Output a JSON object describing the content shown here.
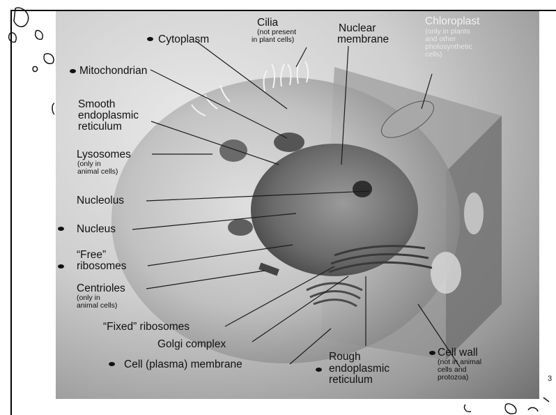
{
  "labels": {
    "cytoplasm": "Cytoplasm",
    "cilia": "Cilia",
    "cilia_note": [
      "(not present",
      "in plant cells)"
    ],
    "nuclear_membrane": [
      "Nuclear",
      "membrane"
    ],
    "chloroplast": "Chloroplast",
    "chloroplast_note": [
      "(only in plants",
      "and other",
      "photosynthetic",
      "cells)"
    ],
    "mitochondrian": "Mitochondrian",
    "smooth_er": [
      "Smooth",
      "endoplasmic",
      "reticulum"
    ],
    "lysosomes": "Lysosomes",
    "lysosomes_note": [
      "(only in",
      "animal cells)"
    ],
    "nucleolus": "Nucleolus",
    "nucleus": "Nucleus",
    "free_ribosomes": [
      "“Free”",
      "ribosomes"
    ],
    "centrioles": "Centrioles",
    "centrioles_note": [
      "(only in",
      "animal cells)"
    ],
    "fixed_ribosomes": "“Fixed” ribosomes",
    "golgi": "Golgi complex",
    "cell_membrane": "Cell (plasma) membrane",
    "rough_er": [
      "Rough",
      "endoplasmic",
      "reticulum"
    ],
    "cell_wall": "Cell wall",
    "cell_wall_note": [
      "(not in animal",
      "cells and",
      "protozoa)"
    ]
  },
  "margin_marks": {
    "right_edge": "3"
  },
  "colors": {
    "plate_light": "#e9e9e9",
    "plate_dark": "#6f6f6f",
    "label_text": "#111111",
    "leader_line": "#1a1a1a"
  }
}
